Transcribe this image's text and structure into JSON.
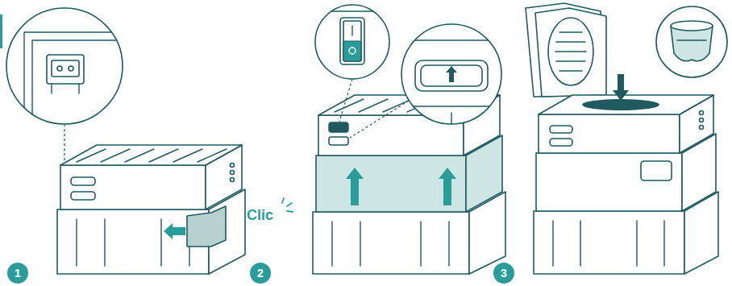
{
  "diagram": {
    "nodes": [
      {
        "text": [
          "1"
        ]
      },
      {
        "text": [
          "2"
        ]
      },
      {
        "text": [
          "3"
        ]
      }
    ],
    "labels": [
      "Clic"
    ]
  }
}
